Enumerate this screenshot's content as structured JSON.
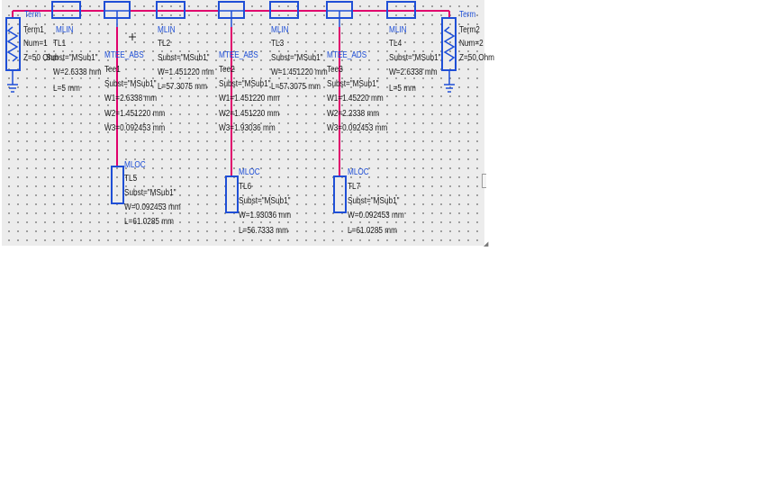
{
  "colors": {
    "wire": "#e0006c",
    "component": "#1f4fd6",
    "ground": "#1f4fd6",
    "text": "#1a1a1a",
    "canvas": "#ececec",
    "grid": "#6a6a6a"
  },
  "terms": [
    {
      "id": "term1",
      "type": "Term",
      "name": "Term1",
      "num": "Num=1",
      "z": "Z=50 Ohm"
    },
    {
      "id": "term2",
      "type": "Term",
      "name": "Term2",
      "num": "Num=2",
      "z": "Z=50 Ohm"
    }
  ],
  "mlin": [
    {
      "id": "tl1",
      "type": "MLIN",
      "name": "TL1",
      "subst": "Subst=\"MSub1\"",
      "w": "W=2.6338 mm",
      "l": "L=5 mm"
    },
    {
      "id": "tl2",
      "type": "MLIN",
      "name": "TL2",
      "subst": "Subst=\"MSub1\"",
      "w": "W=1.451220 mm",
      "l": "L=57.3075 mm"
    },
    {
      "id": "tl3",
      "type": "MLIN",
      "name": "TL3",
      "subst": "Subst=\"MSub1\"",
      "w": "W=1.451220 mm",
      "l": "L=57.3075 mm"
    },
    {
      "id": "tl4",
      "type": "MLIN",
      "name": "TL4",
      "subst": "Subst=\"MSub1\"",
      "w": "W=2.6338 mm",
      "l": "L=5 mm"
    }
  ],
  "tees": [
    {
      "id": "tee1",
      "type": "MTEE_ABS",
      "name": "Tee1",
      "subst": "Subst=\"MSub1\"",
      "w1": "W1=2.6338 mm",
      "w2": "W2=1.451220 mm",
      "w3": "W3=0.092453 mm"
    },
    {
      "id": "tee2",
      "type": "MTEE_ABS",
      "name": "Tee2",
      "subst": "Subst=\"MSub1\"",
      "w1": "W1=1.451220 mm",
      "w2": "W2=1.451220 mm",
      "w3": "W3=1.93036 mm"
    },
    {
      "id": "tee3",
      "type": "MTEE_ADS",
      "name": "Tee3",
      "subst": "Subst=\"MSub1\"",
      "w1": "W1=1.45220 mm",
      "w2": "W2=2.2338 mm",
      "w3": "W3=0.092453 mm"
    }
  ],
  "mloc": [
    {
      "id": "tl5",
      "type": "MLOC",
      "name": "TL5",
      "subst": "Subst=\"MSub1\"",
      "w": "W=0.092453 mm",
      "l": "L=61.0285 mm"
    },
    {
      "id": "tl6",
      "type": "MLOC",
      "name": "TL6",
      "subst": "Subst=\"MSub1\"",
      "w": "W=1.93036 mm",
      "l": "L=56.7333 mm"
    },
    {
      "id": "tl7",
      "type": "MLOC",
      "name": "TL7",
      "subst": "Subst=\"MSub1\"",
      "w": "W=0.092453 mm",
      "l": "L=61.0285 mm"
    }
  ]
}
